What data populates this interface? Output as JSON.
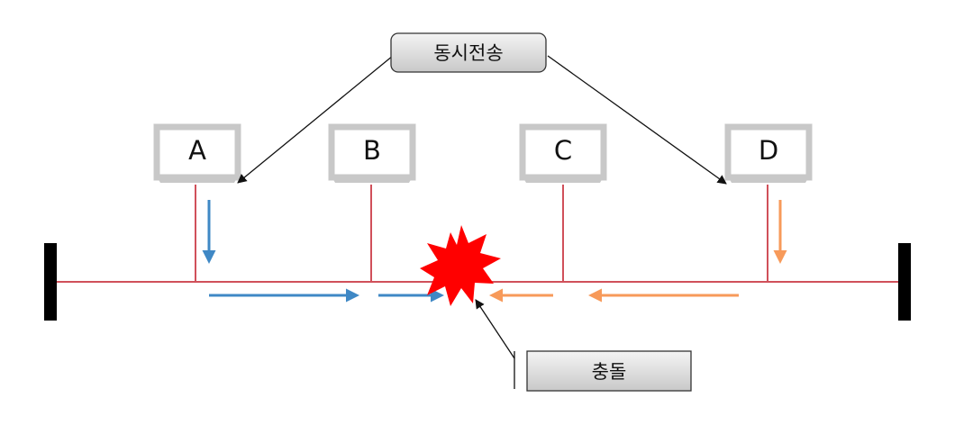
{
  "callouts": {
    "simultaneous": "동시전송",
    "collision": "충돌"
  },
  "stations": [
    {
      "id": "A",
      "label": "A"
    },
    {
      "id": "B",
      "label": "B"
    },
    {
      "id": "C",
      "label": "C"
    },
    {
      "id": "D",
      "label": "D"
    }
  ],
  "colors": {
    "bus": "#d0505a",
    "left_signal": "#3f88c5",
    "right_signal": "#f79a5a",
    "collision": "#ff0000",
    "terminator": "#000000",
    "monitor": "#c8c8c8",
    "callout_fill": "#d9d9d9"
  },
  "icons": {
    "terminator": "terminator-bar",
    "collision": "explosion-icon",
    "station": "monitor-icon"
  }
}
